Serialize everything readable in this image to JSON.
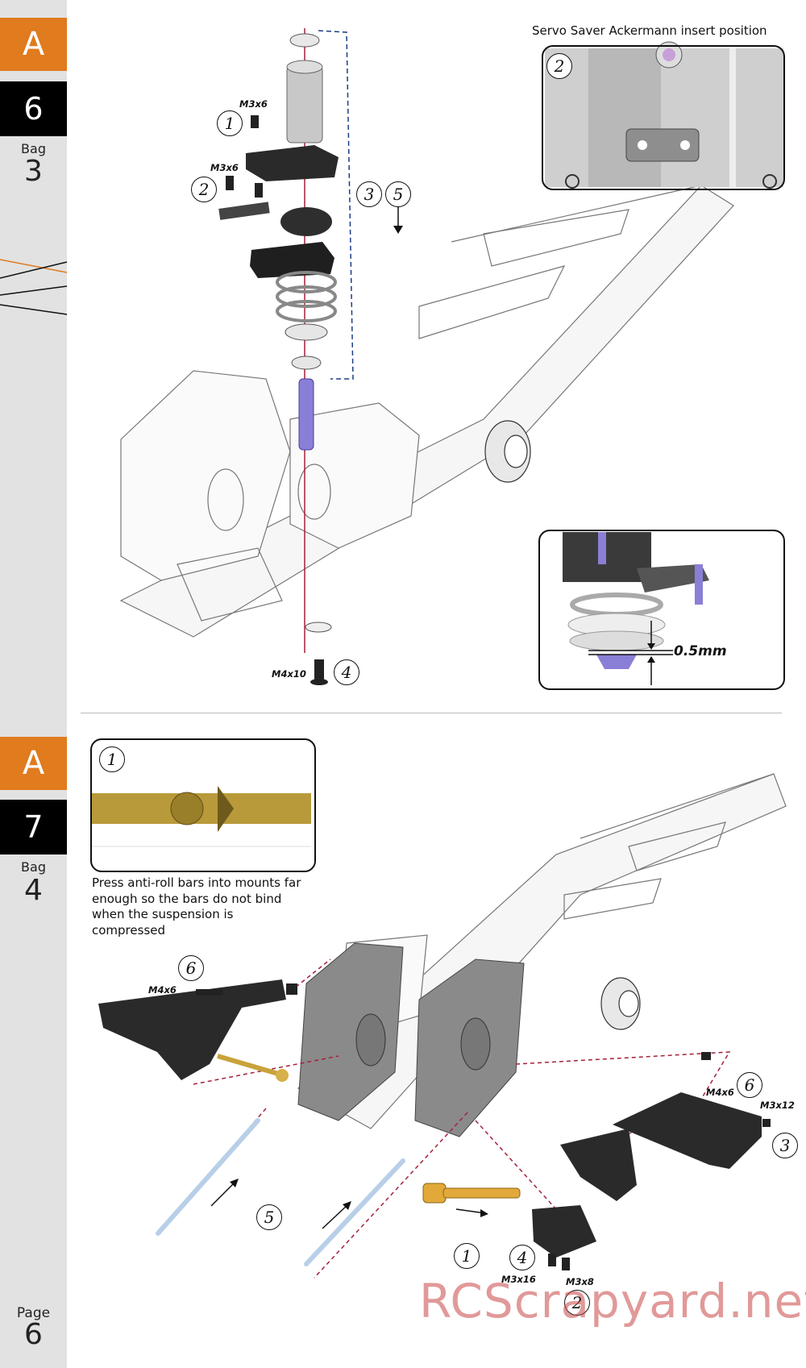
{
  "sidebar": {
    "step6": {
      "section": "A",
      "number": "6",
      "bag_label": "Bag",
      "bag_number": "3"
    },
    "step7": {
      "section": "A",
      "number": "7",
      "bag_label": "Bag",
      "bag_number": "4"
    },
    "page_label": "Page",
    "page_number": "6"
  },
  "step6": {
    "inset_title": "Servo Saver Ackermann insert position",
    "inset_callout": "2",
    "measurement": "0.5mm",
    "callouts": [
      {
        "num": "1",
        "hardware": "M3x6"
      },
      {
        "num": "2",
        "hardware": "M3x6"
      },
      {
        "num": "3"
      },
      {
        "num": "5"
      },
      {
        "num": "4",
        "hardware": "M4x10"
      }
    ]
  },
  "step7": {
    "inset_callout": "1",
    "note": "Press anti-roll bars into mounts far enough so the bars do not bind when the suspension is compressed",
    "callouts": [
      {
        "num": "6",
        "hardware": "M4x6"
      },
      {
        "num": "6",
        "hardware": "M4x6"
      },
      {
        "num": "3",
        "hardware": "M3x12"
      },
      {
        "num": "5"
      },
      {
        "num": "1"
      },
      {
        "num": "4",
        "hardware": "M3x16"
      },
      {
        "num": "2",
        "hardware": "M3x8"
      }
    ]
  },
  "watermark": "RCScrapyard.net",
  "colors": {
    "accent": "#e07b1e",
    "dark": "#000000",
    "sidebar": "#e2e2e2",
    "part_purple": "#8a7fd6",
    "gold": "#c9a23a"
  }
}
